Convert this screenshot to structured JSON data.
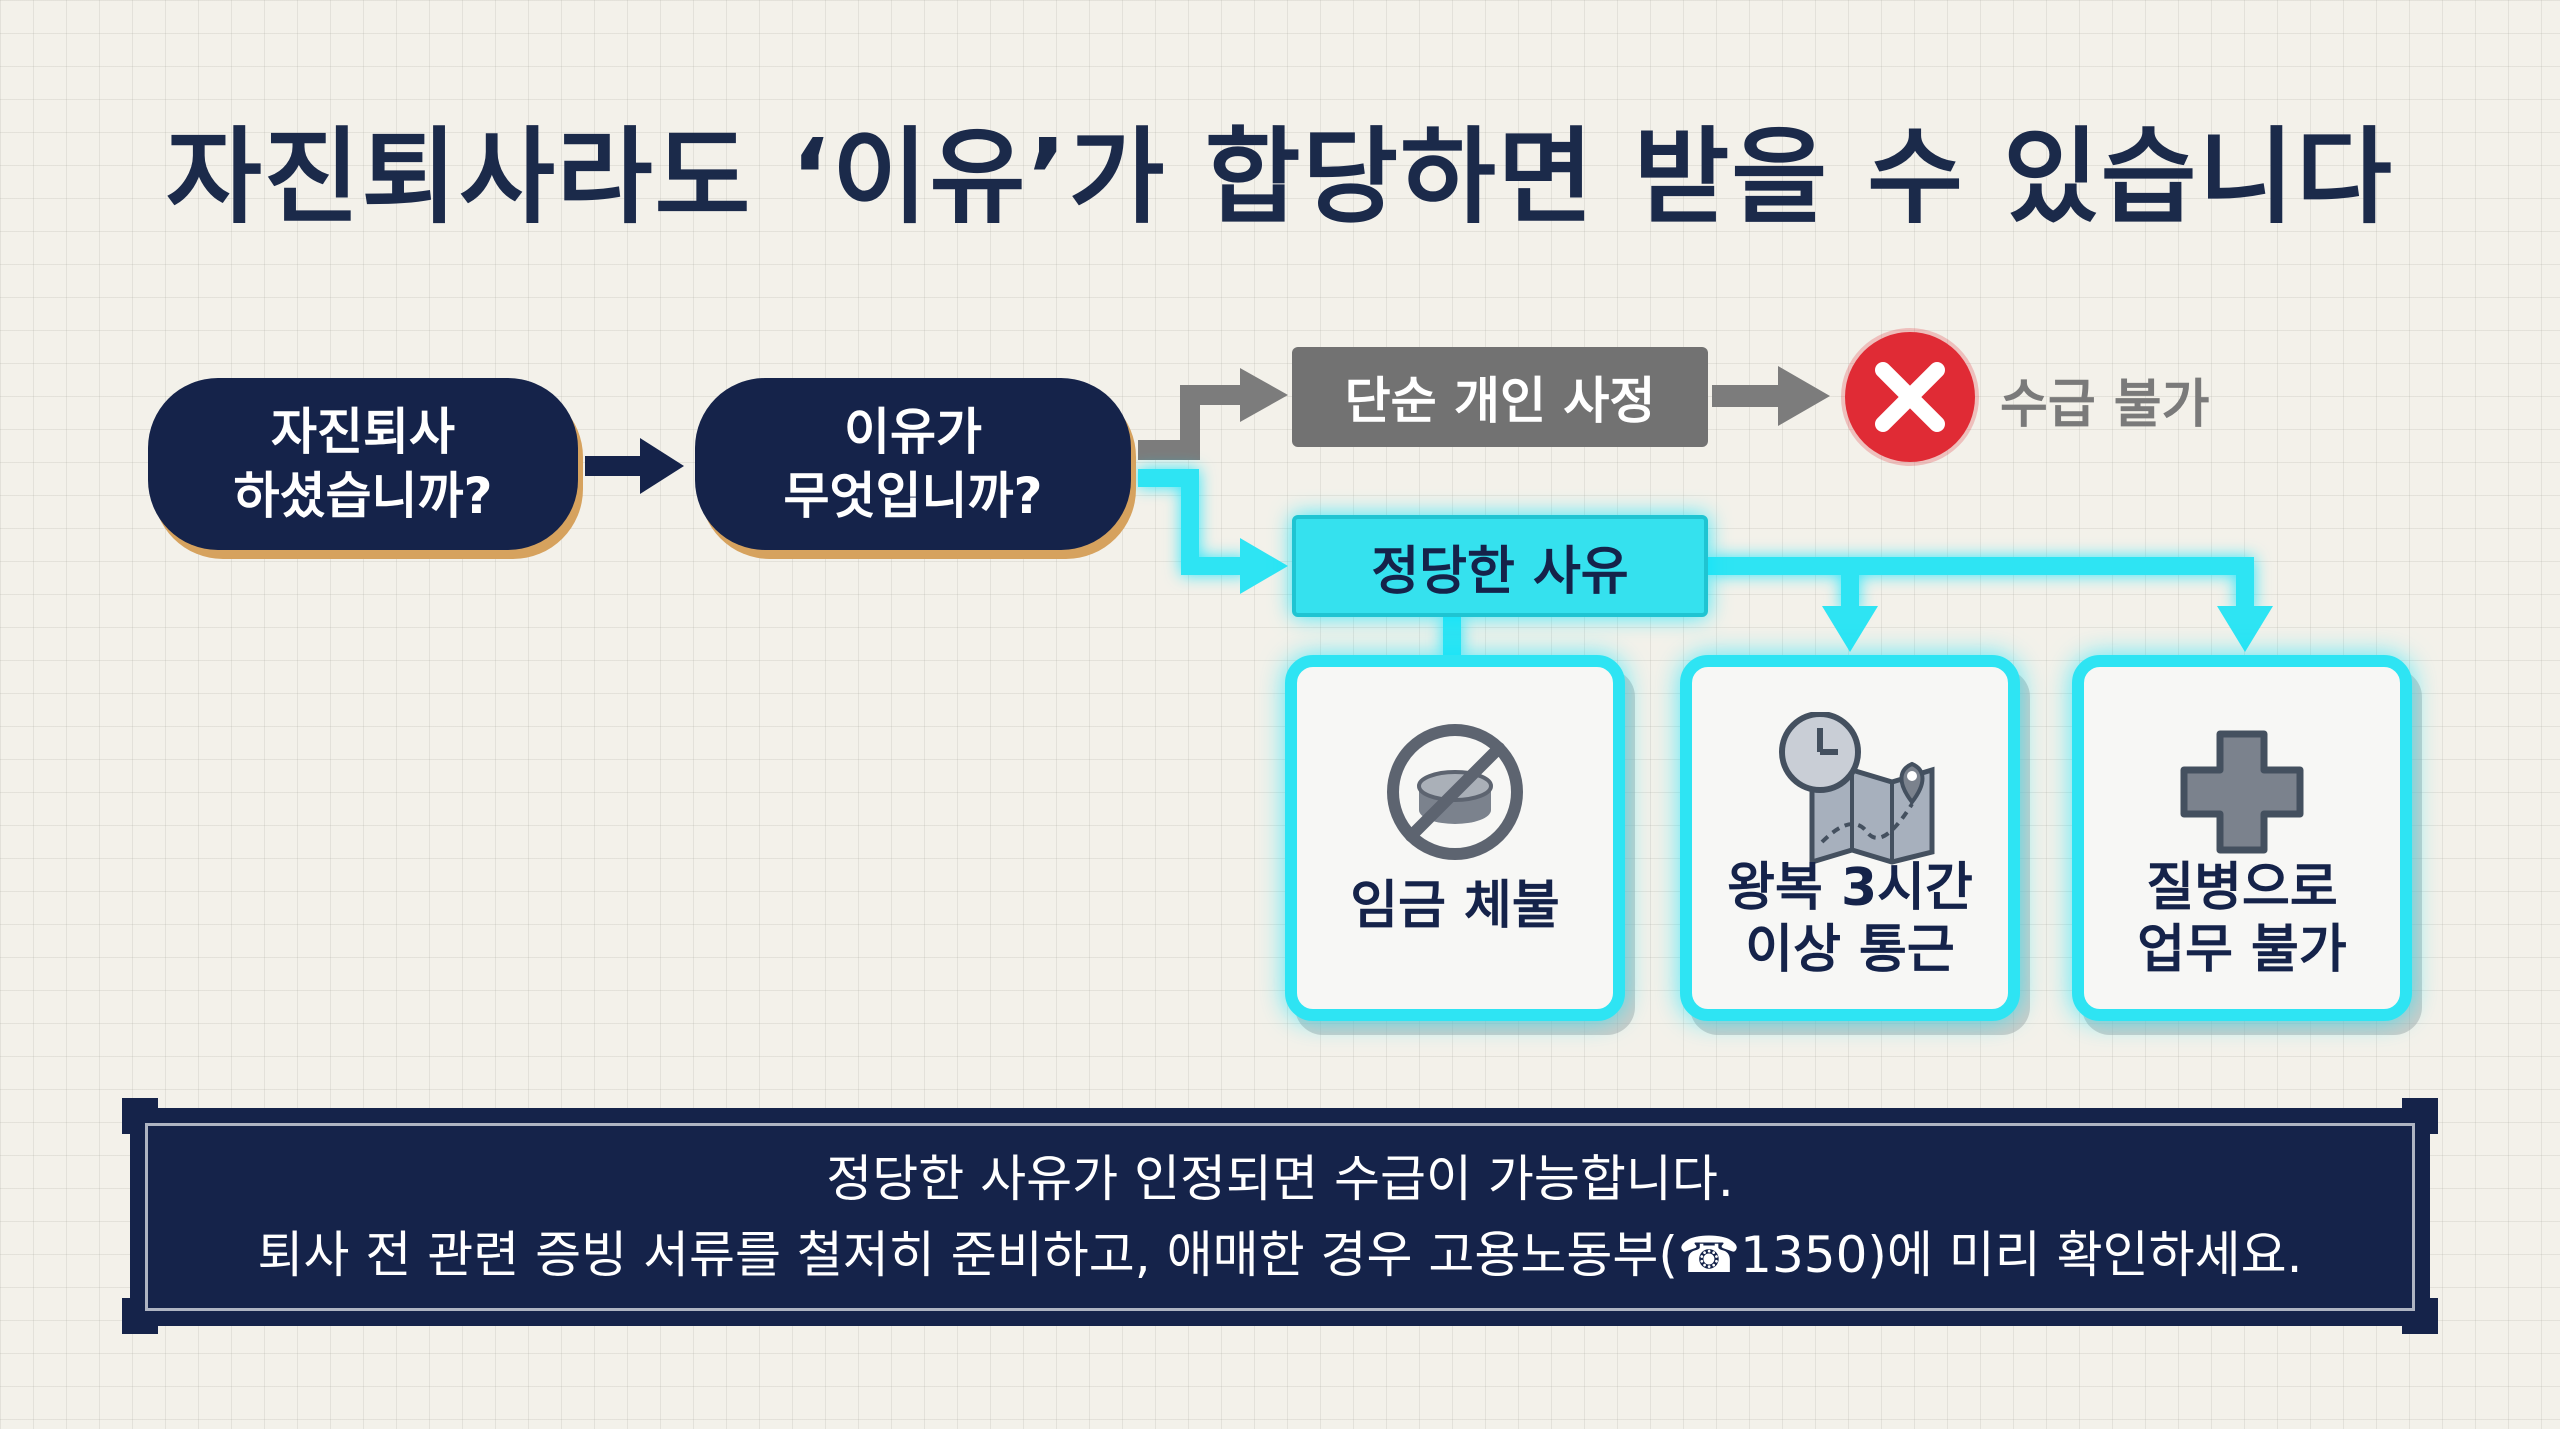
{
  "title": "자진퇴사라도 ‘이유’가 합당하면 받을 수 있습니다",
  "step1": {
    "line1": "자진퇴사",
    "line2": "하셨습니까?"
  },
  "step2": {
    "line1": "이유가",
    "line2": "무엇입니까?"
  },
  "simple_reason": "단순 개인 사정",
  "result_no": "수급 불가",
  "just_reason": "정당한 사유",
  "cards": [
    {
      "icon": "no-money-icon",
      "lines": [
        "임금 체불"
      ]
    },
    {
      "icon": "clock-map-icon",
      "lines": [
        "왕복 3시간",
        "이상 통근"
      ]
    },
    {
      "icon": "medical-cross-icon",
      "lines": [
        "질병으로",
        "업무 불가"
      ]
    }
  ],
  "note": {
    "line1": "정당한 사유가 인정되면 수급이 가능합니다.",
    "line2": "퇴사 전 관련 증빙 서류를 철저히 준비하고, 애매한 경우 고용노동부(☎1350)에 미리 확인하세요."
  },
  "colors": {
    "navy": "#15234a",
    "cyan": "#2ee4f3",
    "gray": "#727272",
    "red": "#e02b35",
    "gold": "#d6a25e"
  }
}
